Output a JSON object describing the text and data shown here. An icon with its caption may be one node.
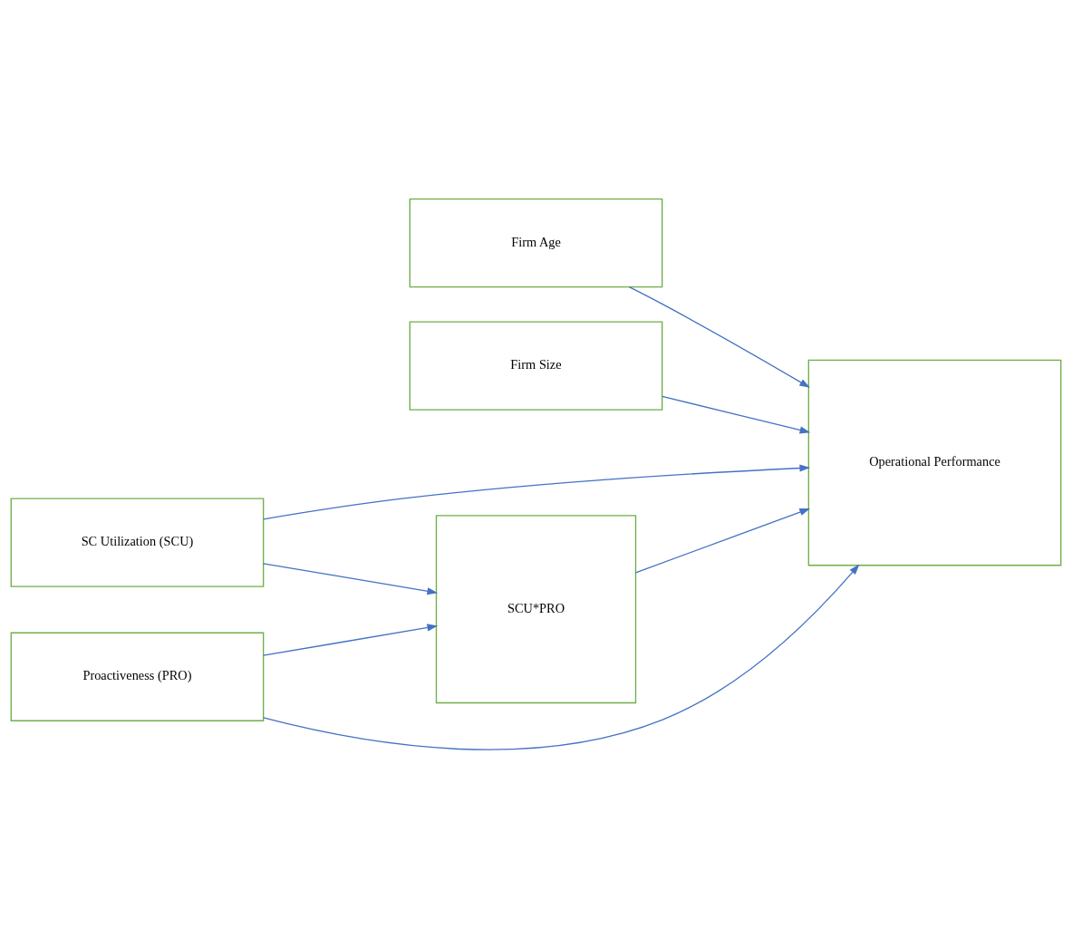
{
  "diagram": {
    "nodes": [
      {
        "text": [
          "Firm Age"
        ]
      },
      {
        "text": [
          "Firm Size"
        ]
      },
      {
        "text": [
          "SC Utilization (SCU)"
        ]
      },
      {
        "text": [
          "Proactiveness (PRO)"
        ]
      },
      {
        "text": [
          "Operational Performance"
        ]
      },
      {
        "text": [
          "SCU*PRO"
        ]
      }
    ],
    "edges": [
      {
        "from": 0,
        "to": 4,
        "arrow": "to"
      },
      {
        "from": 1,
        "to": 4,
        "arrow": "to"
      },
      {
        "from": 2,
        "to": 4,
        "arrow": "to"
      },
      {
        "from": 3,
        "to": 4,
        "arrow": "to"
      },
      {
        "from": 2,
        "to": 5,
        "arrow": "to"
      },
      {
        "from": 3,
        "to": 5,
        "arrow": "to"
      },
      {
        "from": 5,
        "to": 4,
        "arrow": "to"
      }
    ]
  }
}
